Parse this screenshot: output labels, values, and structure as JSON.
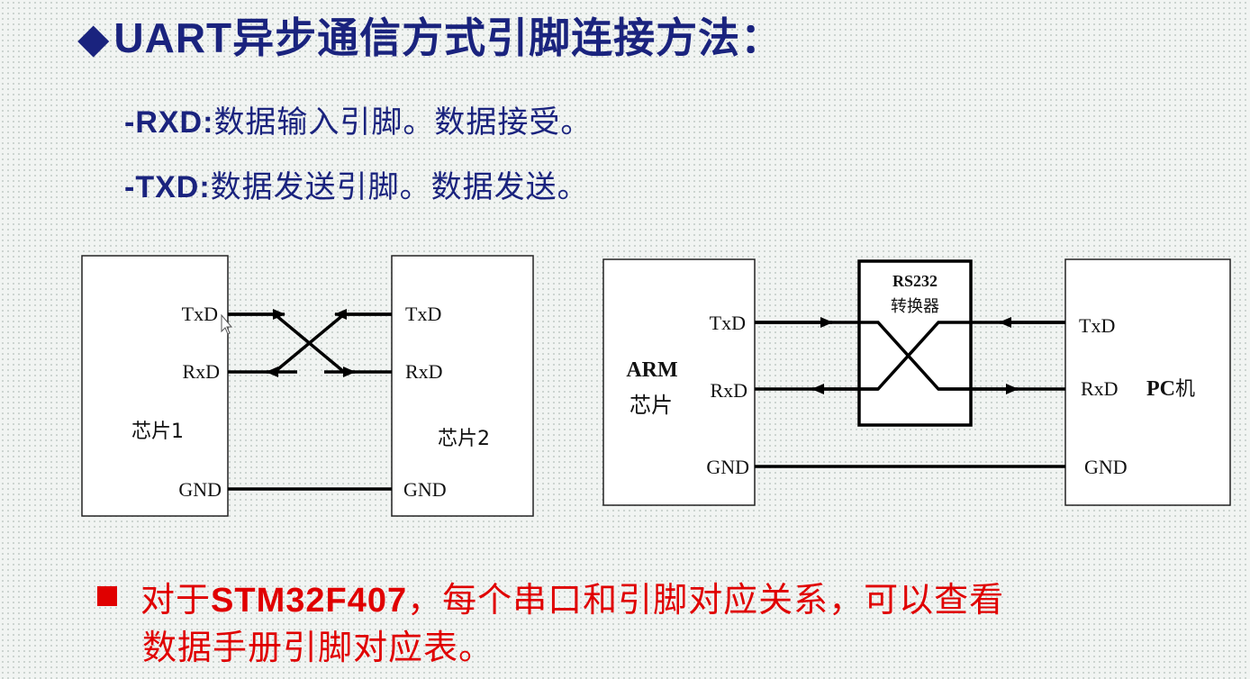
{
  "title": {
    "bullet": "◆",
    "prefix": "UART",
    "rest": "异步通信方式引脚连接方法："
  },
  "pins": [
    {
      "name": "-RXD:",
      "desc": "数据输入引脚。数据接受。"
    },
    {
      "name": "-TXD:",
      "desc": "数据发送引脚。数据发送。"
    }
  ],
  "diagram1": {
    "chip1": "芯片1",
    "chip2": "芯片2",
    "left_txd": "TxD",
    "left_rxd": "RxD",
    "left_gnd": "GND",
    "right_txd": "TxD",
    "right_rxd": "RxD",
    "right_gnd": "GND"
  },
  "diagram2": {
    "arm_line1": "ARM",
    "arm_line2": "芯片",
    "conv_line1": "RS232",
    "conv_line2": "转换器",
    "pc_bold": "PC",
    "pc_suffix": "机",
    "left_txd": "TxD",
    "left_rxd": "RxD",
    "left_gnd": "GND",
    "right_txd": "TxD",
    "right_rxd": "RxD",
    "right_gnd": "GND"
  },
  "note": {
    "prefix": "对于",
    "chip": "STM32F407",
    "line1_rest": "，每个串口和引脚对应关系，可以查看",
    "line2": "数据手册引脚对应表。"
  },
  "colors": {
    "title": "#1a237e",
    "note": "#e00000",
    "line": "#000000"
  }
}
